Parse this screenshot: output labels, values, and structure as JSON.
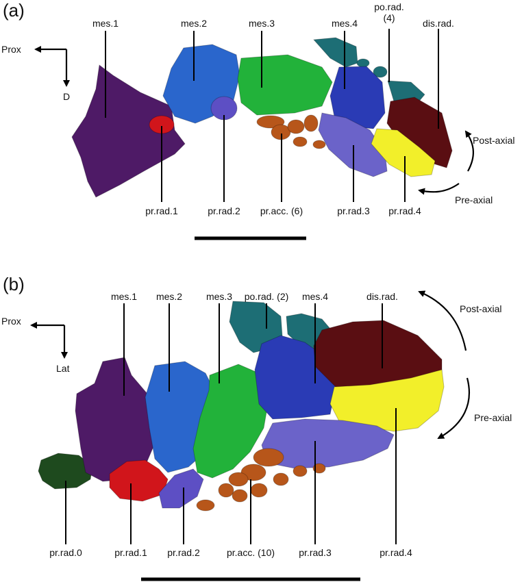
{
  "panel_a": {
    "label": "(a)",
    "orientation": {
      "proximal": "Prox",
      "distal": "D"
    },
    "rotation": {
      "post": "Post-axial",
      "pre": "Pre-axial"
    },
    "top_labels": {
      "mes1": "mes.1",
      "mes2": "mes.2",
      "mes3": "mes.3",
      "mes4": "mes.4",
      "porad": "po.rad.\n(4)",
      "disrad": "dis.rad."
    },
    "bottom_labels": {
      "prrad1": "pr.rad.1",
      "prrad2": "pr.rad.2",
      "pracc": "pr.acc. (6)",
      "prrad3": "pr.rad.3",
      "prrad4": "pr.rad.4"
    }
  },
  "panel_b": {
    "label": "(b)",
    "orientation": {
      "proximal": "Prox",
      "lateral": "Lat"
    },
    "rotation": {
      "post": "Post-axial",
      "pre": "Pre-axial"
    },
    "top_labels": {
      "mes1": "mes.1",
      "mes2": "mes.2",
      "mes3": "mes.3",
      "porad": "po.rad. (2)",
      "mes4": "mes.4",
      "disrad": "dis.rad."
    },
    "bottom_labels": {
      "prrad0": "pr.rad.0",
      "prrad1": "pr.rad.1",
      "prrad2": "pr.rad.2",
      "pracc": "pr.acc. (10)",
      "prrad3": "pr.rad.3",
      "prrad4": "pr.rad.4"
    }
  },
  "colors": {
    "mes1": "#4e1a66",
    "mes2": "#2a66cc",
    "mes3": "#22b23a",
    "mes4": "#2a3bb5",
    "porad": "#1d6e75",
    "disrad": "#5a0e12",
    "prrad0": "#1e4a1e",
    "prrad1": "#d1151b",
    "prrad2": "#5d4fc4",
    "prrad3": "#6b63c9",
    "prrad4": "#f2ef2a",
    "pracc": "#b7561a"
  }
}
